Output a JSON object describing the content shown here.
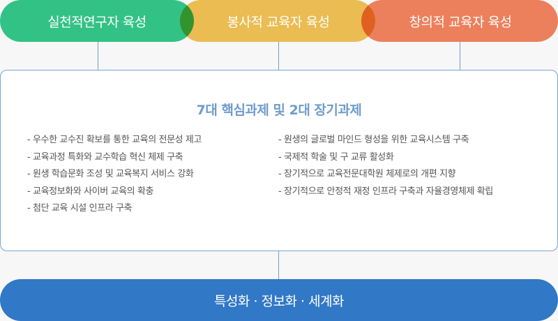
{
  "goals": [
    {
      "label": "실천적연구자 육성",
      "color": "#33c286"
    },
    {
      "label": "봉사적 교육자 육성",
      "color": "#f2c254"
    },
    {
      "label": "창의적 교육자 육성",
      "color": "#f4845f"
    }
  ],
  "card": {
    "title": "7대 핵심과제 및 2대 장기과제",
    "left_items": [
      "- 우수한 교수진 확보를 통한 교육의 전문성 제고",
      "- 교육과정 특화와 교수학습 혁신 체제 구축",
      "- 원생 학습문화 조성 및 교육복지 서비스 강화",
      "- 교육정보화와 사이버 교육의 확충",
      "- 첨단 교육 시설 인프라 구축"
    ],
    "right_items": [
      "- 원생의 글로벌 마인드 형성을 위한 교육시스템 구축",
      "- 국제적 학술 및 구 교류 활성화",
      "- 장기적으로 교육전문대학원 체제로의 개편 지향",
      "- 장기적으로 안정적 재정 인프라 구축과 자율경영체제 확립"
    ],
    "border_color": "#7aa6d0",
    "title_color": "#6e9ccb"
  },
  "vision": {
    "label": "특성화 · 정보화 · 세계화",
    "color": "#3178c6"
  }
}
